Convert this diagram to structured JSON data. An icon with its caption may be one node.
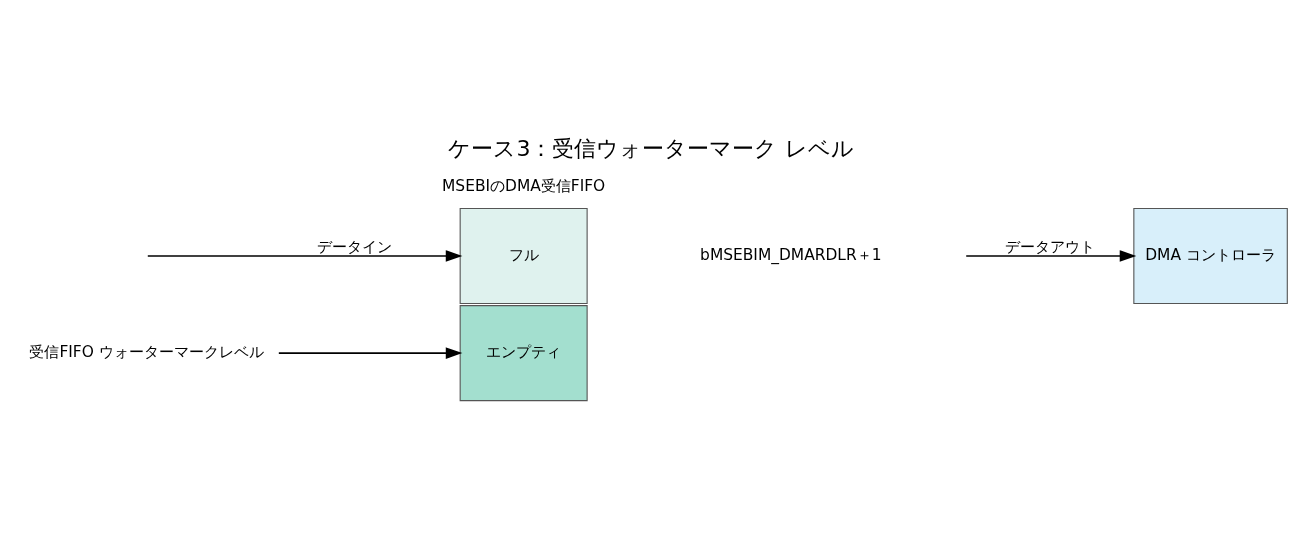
{
  "diagram": {
    "title": "ケース3：受信ウォーターマーク レベル",
    "nodes": [
      {
        "text": [
          "エンプティ"
        ]
      },
      {
        "text": [
          "フル"
        ]
      },
      {
        "text": [
          "DMA コントローラ"
        ]
      },
      {
        "text": [
          "受信FIFO ウォーターマークレベル"
        ]
      }
    ],
    "edges": [
      {
        "from": 3,
        "to": 0,
        "arrow": "to"
      },
      {
        "from": null,
        "to": 1,
        "label": "データイン",
        "arrow": "to"
      },
      {
        "from": null,
        "to": 2,
        "label": "データアウト",
        "arrow": "to"
      }
    ],
    "labels": [
      "bMSEBIM_DMARDLR＋1",
      "MSEBIのDMA受信FIFO"
    ]
  }
}
